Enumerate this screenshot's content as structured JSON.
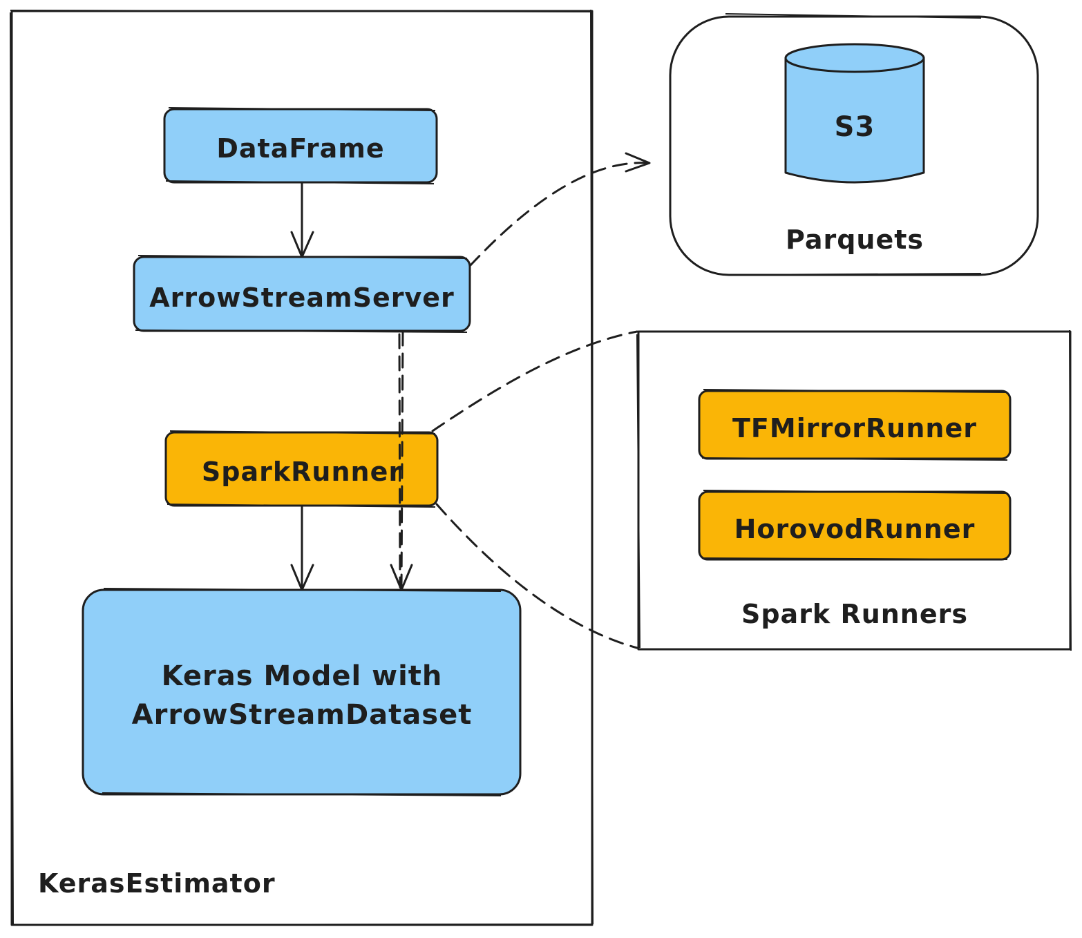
{
  "colors": {
    "blue_fill": "#90cff9",
    "orange_fill": "#fab506",
    "stroke": "#1e1e1e",
    "background": "#ffffff"
  },
  "estimator": {
    "label": "KerasEstimator",
    "nodes": {
      "dataframe": "DataFrame",
      "arrow_server": "ArrowStreamServer",
      "spark_runner": "SparkRunner",
      "keras_model_line1": "Keras Model with",
      "keras_model_line2": "ArrowStreamDataset"
    }
  },
  "storage": {
    "cylinder_label": "S3",
    "label": "Parquets"
  },
  "runners": {
    "label": "Spark Runners",
    "items": [
      "TFMirrorRunner",
      "HorovodRunner"
    ]
  }
}
